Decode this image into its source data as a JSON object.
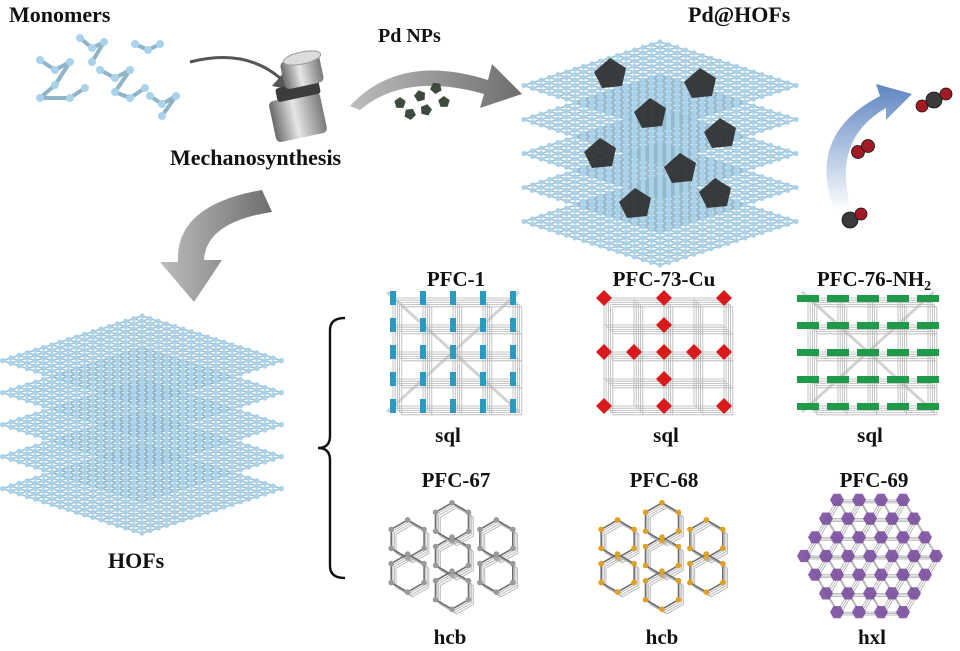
{
  "labels": {
    "monomers": "Monomers",
    "mechanosynthesis": "Mechanosynthesis",
    "pd_nps": "Pd NPs",
    "pd_hofs": "Pd@HOFs",
    "hofs": "HOFs"
  },
  "frameworks": [
    {
      "name": "PFC-1",
      "name_sub": "",
      "topology": "sql",
      "color": "#2a9bc0",
      "net": "sql"
    },
    {
      "name": "PFC-73-Cu",
      "name_sub": "",
      "topology": "sql",
      "color": "#d91a1a",
      "net": "sql"
    },
    {
      "name": "PFC-76-NH",
      "name_sub": "2",
      "topology": "sql",
      "color": "#1f9a4a",
      "net": "sql"
    },
    {
      "name": "PFC-67",
      "name_sub": "",
      "topology": "hcb",
      "color": "#9a9a9a",
      "net": "hcb"
    },
    {
      "name": "PFC-68",
      "name_sub": "",
      "topology": "hcb",
      "color": "#e0a020",
      "net": "hcb"
    },
    {
      "name": "PFC-69",
      "name_sub": "",
      "topology": "hxl",
      "color": "#7a4fa0",
      "net": "hxl"
    }
  ],
  "colors": {
    "atom": "#a9d3ea",
    "bond": "#8fb4c8",
    "arrow": "#888888",
    "blue_arrow": "#6f95c9",
    "pd_particle": "#2e2e2e",
    "oxygen": "#a11a24",
    "carbon": "#3a3a3a"
  }
}
